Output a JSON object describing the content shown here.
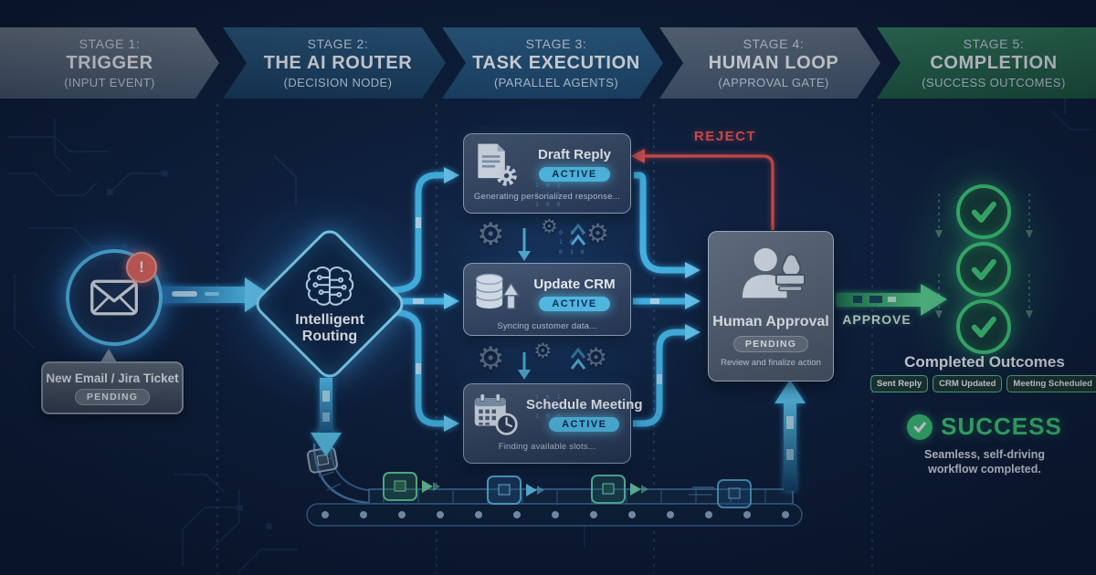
{
  "stages": [
    {
      "label": "STAGE 1:",
      "title": "TRIGGER",
      "subtitle": "(INPUT EVENT)"
    },
    {
      "label": "STAGE 2:",
      "title": "THE AI ROUTER",
      "subtitle": "(DECISION NODE)"
    },
    {
      "label": "STAGE 3:",
      "title": "TASK EXECUTION",
      "subtitle": "(PARALLEL AGENTS)"
    },
    {
      "label": "STAGE 4:",
      "title": "HUMAN LOOP",
      "subtitle": "(APPROVAL GATE)"
    },
    {
      "label": "STAGE 5:",
      "title": "COMPLETION",
      "subtitle": "(SUCCESS OUTCOMES)"
    }
  ],
  "trigger": {
    "label": "New Email / Jira Ticket",
    "status": "PENDING",
    "alert": "!",
    "icon": "envelope-icon"
  },
  "router": {
    "title": "Intelligent Routing",
    "icon": "brain-circuit-icon"
  },
  "tasks": [
    {
      "title": "Draft Reply",
      "status": "ACTIVE",
      "detail": "Generating personalized response...",
      "icon": "document-gear-icon"
    },
    {
      "title": "Update CRM",
      "status": "ACTIVE",
      "detail": "Syncing customer data...",
      "icon": "database-upload-icon"
    },
    {
      "title": "Schedule Meeting",
      "status": "ACTIVE",
      "detail": "Finding available slots...",
      "icon": "calendar-clock-icon"
    }
  ],
  "approval": {
    "title": "Human Approval",
    "status": "PENDING",
    "detail": "Review and finalize action",
    "icon": "person-stamp-icon"
  },
  "decisions": {
    "reject": "REJECT",
    "approve": "APPROVE"
  },
  "completion": {
    "heading": "Completed Outcomes",
    "outcomes": [
      "Sent Reply",
      "CRM Updated",
      "Meeting Scheduled"
    ],
    "success_label": "SUCCESS",
    "success_detail": "Seamless, self-driving workflow completed."
  },
  "decor": {
    "gear_glyph": "⚙",
    "binary_column_a": "1 0 1\n0 1 1\n1 0 0",
    "binary_column_b": "0 1 1\n1 0 1\n0 1 0"
  },
  "colors": {
    "background": "#0d1b36",
    "accent_cyan": "#57c8f2",
    "accent_green": "#43d97c",
    "accent_red": "#e8544c",
    "stage_gray": "#5d6b7a",
    "stage_blue": "#2a5a80",
    "stage_green": "#2e7b55"
  }
}
